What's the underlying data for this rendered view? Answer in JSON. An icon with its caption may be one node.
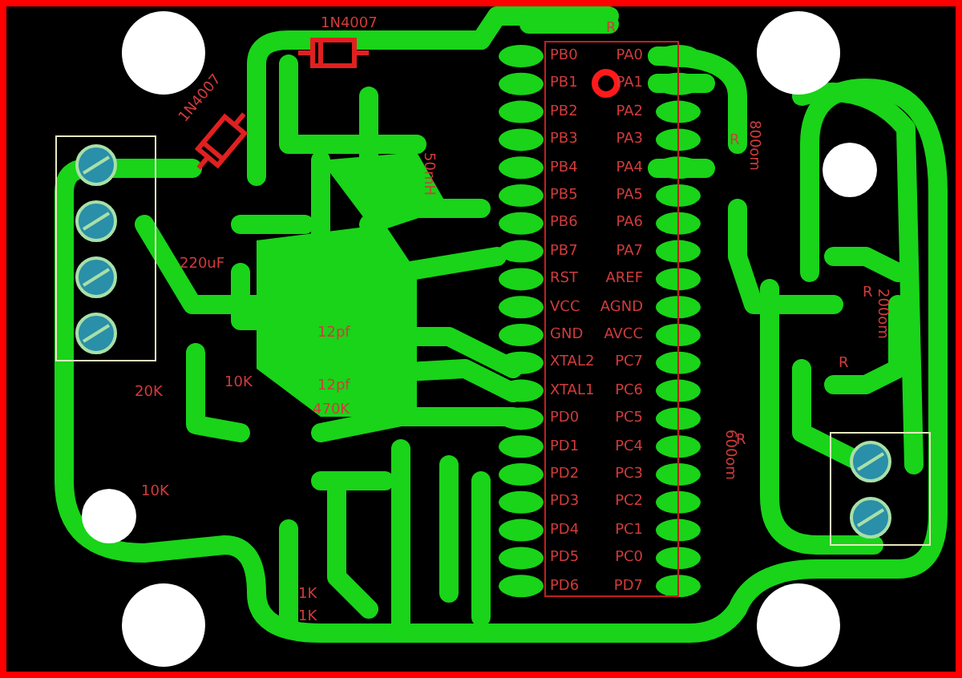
{
  "diagram": {
    "labels": [
      "1N4007",
      "R",
      "1N4007",
      "PB0",
      "PB1",
      "PB2",
      "PB3",
      "PB4",
      "PB5",
      "PB6",
      "PB7",
      "RST",
      "VCC",
      "GND",
      "XTAL2",
      "XTAL1",
      "PD0",
      "PD1",
      "PD2",
      "PD3",
      "PD4",
      "PD5",
      "PD6",
      "PA0",
      "PA1",
      "PA2",
      "PA3",
      "PA4",
      "PA5",
      "PA6",
      "PA7",
      "AREF",
      "AGND",
      "AVCC",
      "PC7",
      "PC6",
      "PC5",
      "PC4",
      "PC3",
      "PC2",
      "PC1",
      "PC0",
      "PD7",
      "800om",
      "R",
      "50mH",
      "220uF",
      "200om",
      "R",
      "12pf",
      "12pf",
      "R",
      "20K",
      "10K",
      "470K",
      "600om",
      "R",
      "10K",
      "1K",
      "1K"
    ]
  }
}
